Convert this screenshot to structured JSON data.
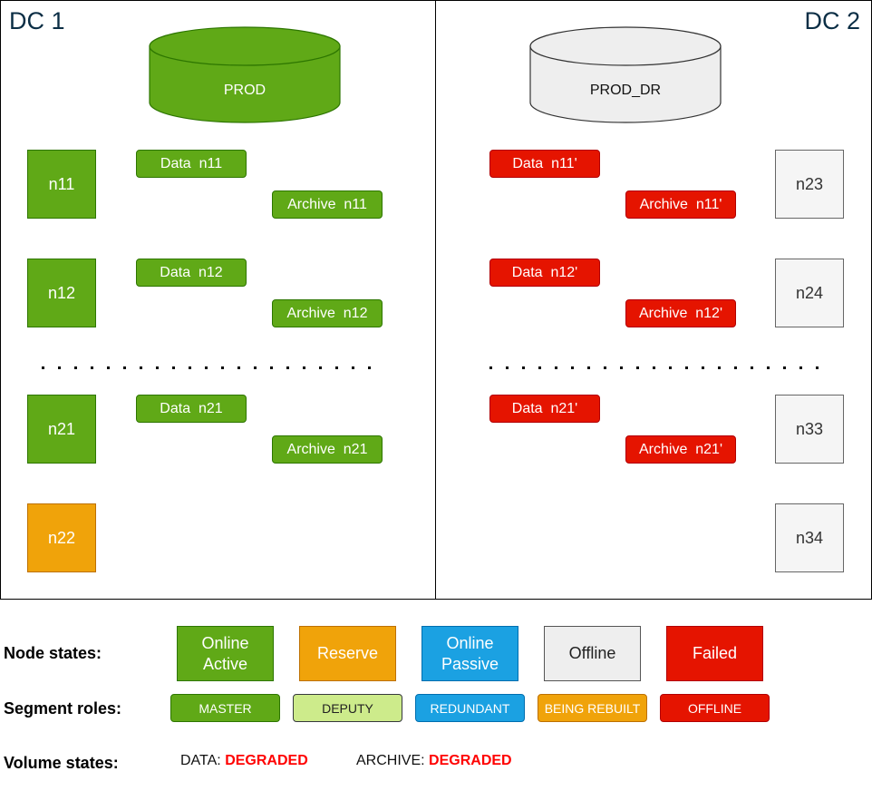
{
  "datacenters": [
    {
      "label": "DC 1",
      "volume": {
        "name": "PROD",
        "state": "online-active",
        "fill": "#60a917",
        "stroke": "#2d7600",
        "text_color": "#ffffff"
      }
    },
    {
      "label": "DC 2",
      "volume": {
        "name": "PROD_DR",
        "state": "offline",
        "fill": "#eeeeee",
        "stroke": "#333333",
        "text_color": "#111111"
      }
    }
  ],
  "dc1": {
    "rows": [
      {
        "node": "n11",
        "node_state": "online-active",
        "data": "Data  n11",
        "archive": "Archive  n11"
      },
      {
        "node": "n12",
        "node_state": "online-active",
        "data": "Data  n12",
        "archive": "Archive  n12"
      },
      {
        "node": "n21",
        "node_state": "online-active",
        "data": "Data  n21",
        "archive": "Archive  n21"
      },
      {
        "node": "n22",
        "node_state": "reserve"
      }
    ]
  },
  "dc2": {
    "rows": [
      {
        "node": "n23",
        "node_state": "offline",
        "data": "Data  n11'",
        "archive": "Archive  n11'"
      },
      {
        "node": "n24",
        "node_state": "offline",
        "data": "Data  n12'",
        "archive": "Archive  n12'"
      },
      {
        "node": "n33",
        "node_state": "offline",
        "data": "Data  n21'",
        "archive": "Archive  n21'"
      },
      {
        "node": "n34",
        "node_state": "offline"
      }
    ]
  },
  "ellipsis_dot_count": 21,
  "legend": {
    "node_states_label": "Node states:",
    "node_states": [
      {
        "label": "Online\nActive",
        "fill": "#60a917",
        "stroke": "#2d7600",
        "text_color": "#ffffff"
      },
      {
        "label": "Reserve",
        "fill": "#f0a30a",
        "stroke": "#bd7000",
        "text_color": "#ffffff"
      },
      {
        "label": "Online\nPassive",
        "fill": "#1ba1e2",
        "stroke": "#006eaf",
        "text_color": "#ffffff"
      },
      {
        "label": "Offline",
        "fill": "#eeeeee",
        "stroke": "#555555",
        "text_color": "#222222"
      },
      {
        "label": "Failed",
        "fill": "#e51400",
        "stroke": "#b20000",
        "text_color": "#ffffff"
      }
    ],
    "segment_roles_label": "Segment roles:",
    "segment_roles": [
      {
        "label": "MASTER",
        "fill": "#60a917",
        "stroke": "#2d7600",
        "text_color": "#ffffff"
      },
      {
        "label": "DEPUTY",
        "fill": "#cdeb8b",
        "stroke": "#36393d",
        "text_color": "#222222"
      },
      {
        "label": "REDUNDANT",
        "fill": "#1ba1e2",
        "stroke": "#006eaf",
        "text_color": "#ffffff"
      },
      {
        "label": "BEING REBUILT",
        "fill": "#f0a30a",
        "stroke": "#bd7000",
        "text_color": "#ffffff"
      },
      {
        "label": "OFFLINE",
        "fill": "#e51400",
        "stroke": "#b20000",
        "text_color": "#ffffff"
      }
    ],
    "volume_states_label": "Volume states:",
    "volume_states": [
      {
        "name": "DATA:",
        "state": "DEGRADED"
      },
      {
        "name": "ARCHIVE:",
        "state": "DEGRADED"
      }
    ]
  }
}
